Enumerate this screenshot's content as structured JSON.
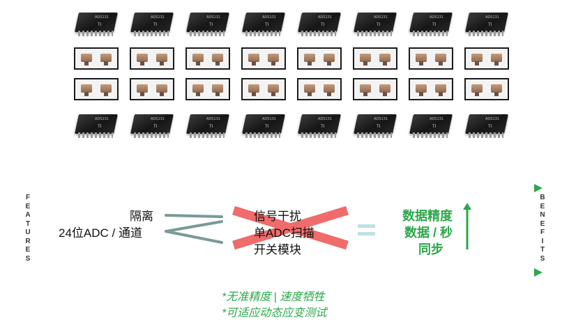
{
  "features_label": "FEATURES",
  "benefits_label": "BENEFITS",
  "inputs": [
    "隔离",
    "24位ADC / 通道"
  ],
  "crossed_items": [
    "信号干扰",
    "单ADC扫描",
    "开关模块"
  ],
  "equals_sign": "=",
  "benefits": [
    "数据精度",
    "数据 / 秒",
    "同步"
  ],
  "footnotes": [
    "*无准精度 | 速度牺牲",
    "*可适应动态应变测试"
  ],
  "chip_marking": "ADS131",
  "chip_logo": "TI",
  "colors": {
    "accent_green": "#2ba84a",
    "dark_green": "#0f3d22",
    "cross_red": "#f06b6b",
    "connector_gray": "#7a9a96",
    "equals_light": "#bfe0e4"
  }
}
